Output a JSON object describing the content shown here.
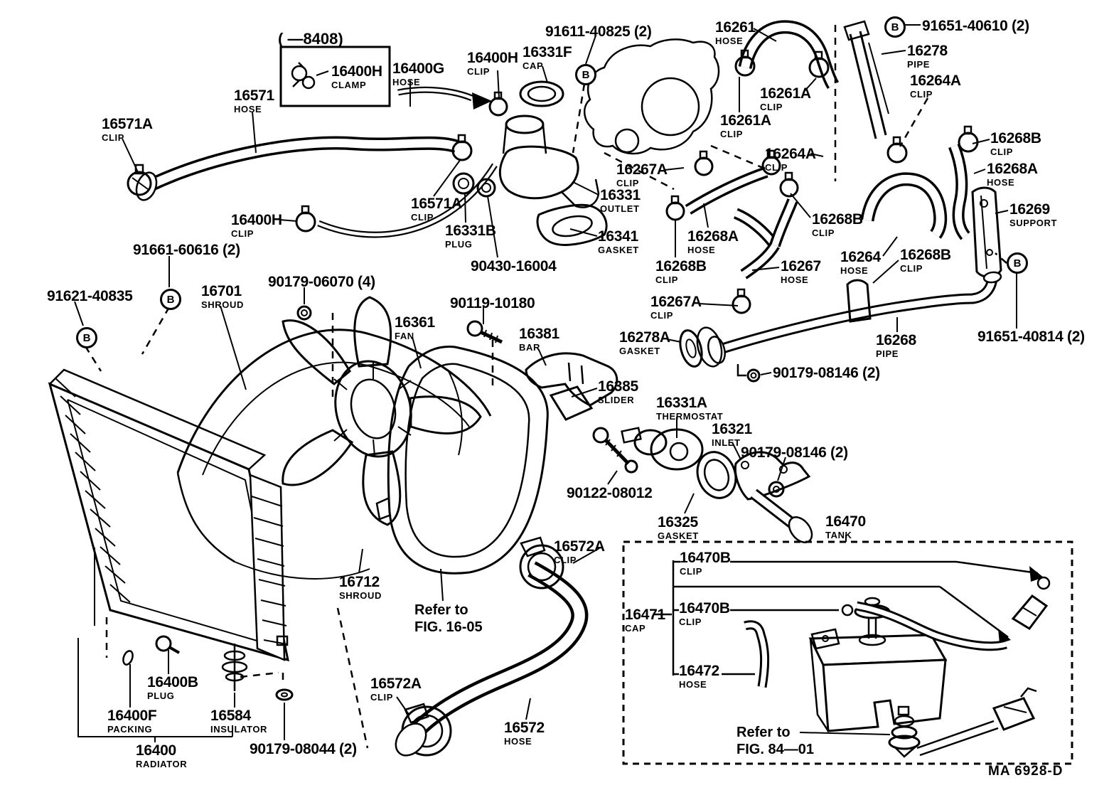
{
  "diagram": {
    "production_note": "( —8408)",
    "figure_code": "MA 6928-D",
    "marker_letter": "B",
    "refs": [
      {
        "line1": "Refer to",
        "line2": "FIG. 16-05"
      },
      {
        "line1": "Refer to",
        "line2": "FIG. 84—01"
      }
    ],
    "colors": {
      "ink": "#000000",
      "paper": "#ffffff"
    }
  },
  "parts": [
    {
      "num": "16400H",
      "desc": "CLAMP"
    },
    {
      "num": "16400G",
      "desc": "HOSE"
    },
    {
      "num": "16400H",
      "desc": "CLIP"
    },
    {
      "num": "16331F",
      "desc": "CAP"
    },
    {
      "num": "16571",
      "desc": "HOSE"
    },
    {
      "num": "16571A",
      "desc": "CLIP"
    },
    {
      "num": "16400H",
      "desc": "CLIP"
    },
    {
      "num": "16571A",
      "desc": "CLIP"
    },
    {
      "num": "16331B",
      "desc": "PLUG"
    },
    {
      "num": "90430-16004",
      "desc": ""
    },
    {
      "num": "16331",
      "desc": "OUTLET"
    },
    {
      "num": "16341",
      "desc": "GASKET"
    },
    {
      "num": "91611-40825 (2)",
      "desc": ""
    },
    {
      "num": "16261",
      "desc": "HOSE"
    },
    {
      "num": "16261A",
      "desc": "CLIP"
    },
    {
      "num": "16261A",
      "desc": "CLIP"
    },
    {
      "num": "16264A",
      "desc": "CLIP"
    },
    {
      "num": "16278",
      "desc": "PIPE"
    },
    {
      "num": "91651-40610 (2)",
      "desc": ""
    },
    {
      "num": "16264A",
      "desc": "CLIP"
    },
    {
      "num": "16268B",
      "desc": "CLIP"
    },
    {
      "num": "16268A",
      "desc": "HOSE"
    },
    {
      "num": "16269",
      "desc": "SUPPORT"
    },
    {
      "num": "16268B",
      "desc": "CLIP"
    },
    {
      "num": "16268A",
      "desc": "HOSE"
    },
    {
      "num": "16267A",
      "desc": "CLIP"
    },
    {
      "num": "16268B",
      "desc": "CLIP"
    },
    {
      "num": "16267",
      "desc": "HOSE"
    },
    {
      "num": "16264",
      "desc": "HOSE"
    },
    {
      "num": "16268B",
      "desc": "CLIP"
    },
    {
      "num": "16267A",
      "desc": "CLIP"
    },
    {
      "num": "16278A",
      "desc": "GASKET"
    },
    {
      "num": "16268",
      "desc": "PIPE"
    },
    {
      "num": "91651-40814 (2)",
      "desc": ""
    },
    {
      "num": "90179-08146 (2)",
      "desc": ""
    },
    {
      "num": "91621-40835",
      "desc": ""
    },
    {
      "num": "91661-60616 (2)",
      "desc": ""
    },
    {
      "num": "16701",
      "desc": "SHROUD"
    },
    {
      "num": "90179-06070 (4)",
      "desc": ""
    },
    {
      "num": "90119-10180",
      "desc": ""
    },
    {
      "num": "16361",
      "desc": "FAN"
    },
    {
      "num": "16381",
      "desc": "BAR"
    },
    {
      "num": "16385",
      "desc": "SLIDER"
    },
    {
      "num": "90122-08012",
      "desc": ""
    },
    {
      "num": "16331A",
      "desc": "THERMOSTAT"
    },
    {
      "num": "16321",
      "desc": "INLET"
    },
    {
      "num": "90179-08146 (2)",
      "desc": ""
    },
    {
      "num": "16325",
      "desc": "GASKET"
    },
    {
      "num": "16470",
      "desc": "TANK"
    },
    {
      "num": "16470B",
      "desc": "CLIP"
    },
    {
      "num": "16470B",
      "desc": "CLIP"
    },
    {
      "num": "16471",
      "desc": "CAP"
    },
    {
      "num": "16472",
      "desc": "HOSE"
    },
    {
      "num": "16712",
      "desc": "SHROUD"
    },
    {
      "num": "16572A",
      "desc": "CLIP"
    },
    {
      "num": "16572A",
      "desc": "CLIP"
    },
    {
      "num": "16572",
      "desc": "HOSE"
    },
    {
      "num": "16400B",
      "desc": "PLUG"
    },
    {
      "num": "16400F",
      "desc": "PACKING"
    },
    {
      "num": "16584",
      "desc": "INSULATOR"
    },
    {
      "num": "90179-08044 (2)",
      "desc": ""
    },
    {
      "num": "16400",
      "desc": "RADIATOR"
    }
  ]
}
